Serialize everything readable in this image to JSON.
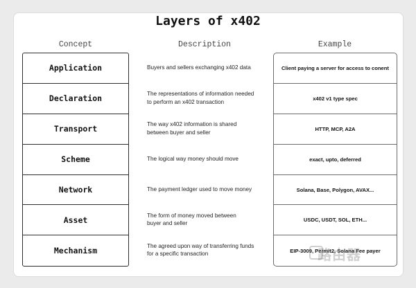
{
  "title": "Layers of x402",
  "headers": {
    "concept": "Concept",
    "description": "Description",
    "example": "Example"
  },
  "rows": [
    {
      "concept": "Application",
      "description": "Buyers and sellers exchanging x402 data",
      "example": "Client paying a server for access to conent"
    },
    {
      "concept": "Declaration",
      "description": "The representations of information needed\nto perform an x402 transaction",
      "example": "x402 v1 type spec"
    },
    {
      "concept": "Transport",
      "description": "The way x402 information is shared\nbetween buyer and seller",
      "example": "HTTP, MCP, A2A"
    },
    {
      "concept": "Scheme",
      "description": "The logical way money should move",
      "example": "exact, upto, deferred"
    },
    {
      "concept": "Network",
      "description": "The payment ledger used to move money",
      "example": "Solana, Base, Polygon, AVAX..."
    },
    {
      "concept": "Asset",
      "description": "The form of money moved between\nbuyer and seller",
      "example": "USDC, USDT, SOL, ETH..."
    },
    {
      "concept": "Mechanism",
      "description": "The agreed upon way of transferring funds\nfor a specific transaction",
      "example": "EIP-3009, Permit2, Solana Fee payer"
    }
  ],
  "watermark": "路由器"
}
